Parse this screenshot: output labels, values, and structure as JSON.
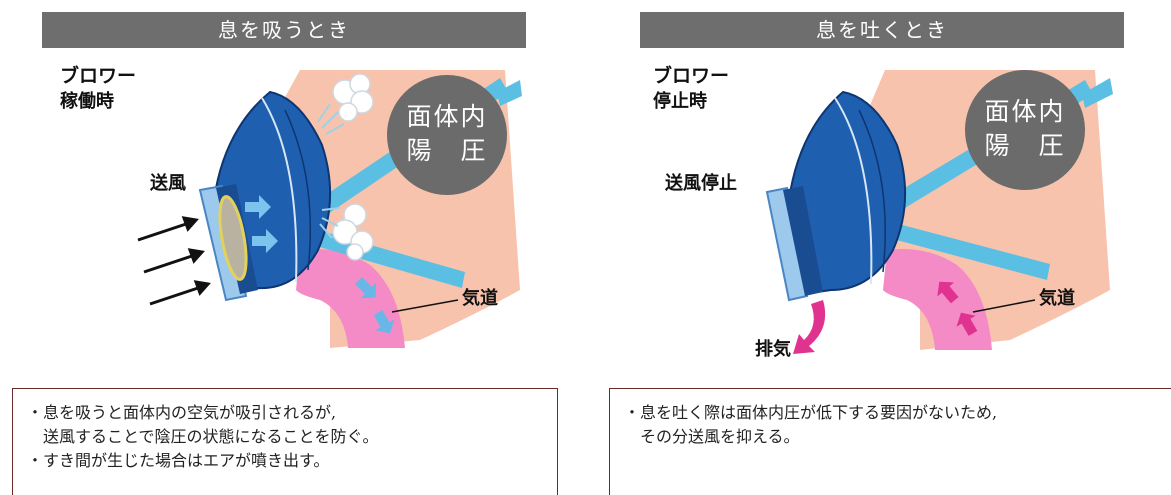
{
  "left": {
    "title": "息を吸うとき",
    "blower_state_line1": "ブロワー",
    "blower_state_line2": "稼働時",
    "airflow_label": "送風",
    "circle_line1": "面体内",
    "circle_line2": "陽　圧",
    "airway_label": "気道",
    "notes": [
      "・息を吸うと面体内の空気が吸引されるが,",
      "　送風することで陰圧の状態になることを防ぐ。",
      "・すき間が生じた場合はエアが噴き出す。"
    ]
  },
  "right": {
    "title": "息を吐くとき",
    "blower_state_line1": "ブロワー",
    "blower_state_line2": "停止時",
    "airflow_label": "送風停止",
    "circle_line1": "面体内",
    "circle_line2": "陽　圧",
    "airway_label": "気道",
    "exhaust_label": "排気",
    "notes": [
      "・息を吐く際は面体内圧が低下する要因がないため,",
      "　その分送風を抑える。"
    ]
  },
  "colors": {
    "header_bg": "#6e6e6e",
    "skin": "#f8c3ad",
    "mask_blue": "#1f5fb0",
    "mask_dark": "#163f80",
    "strap_blue": "#5bbfe3",
    "circle_gray": "#6b6b6b",
    "airway_pink": "#f48bc7",
    "exhaust_magenta": "#e0338f",
    "note_border": "#6a2a2a"
  }
}
